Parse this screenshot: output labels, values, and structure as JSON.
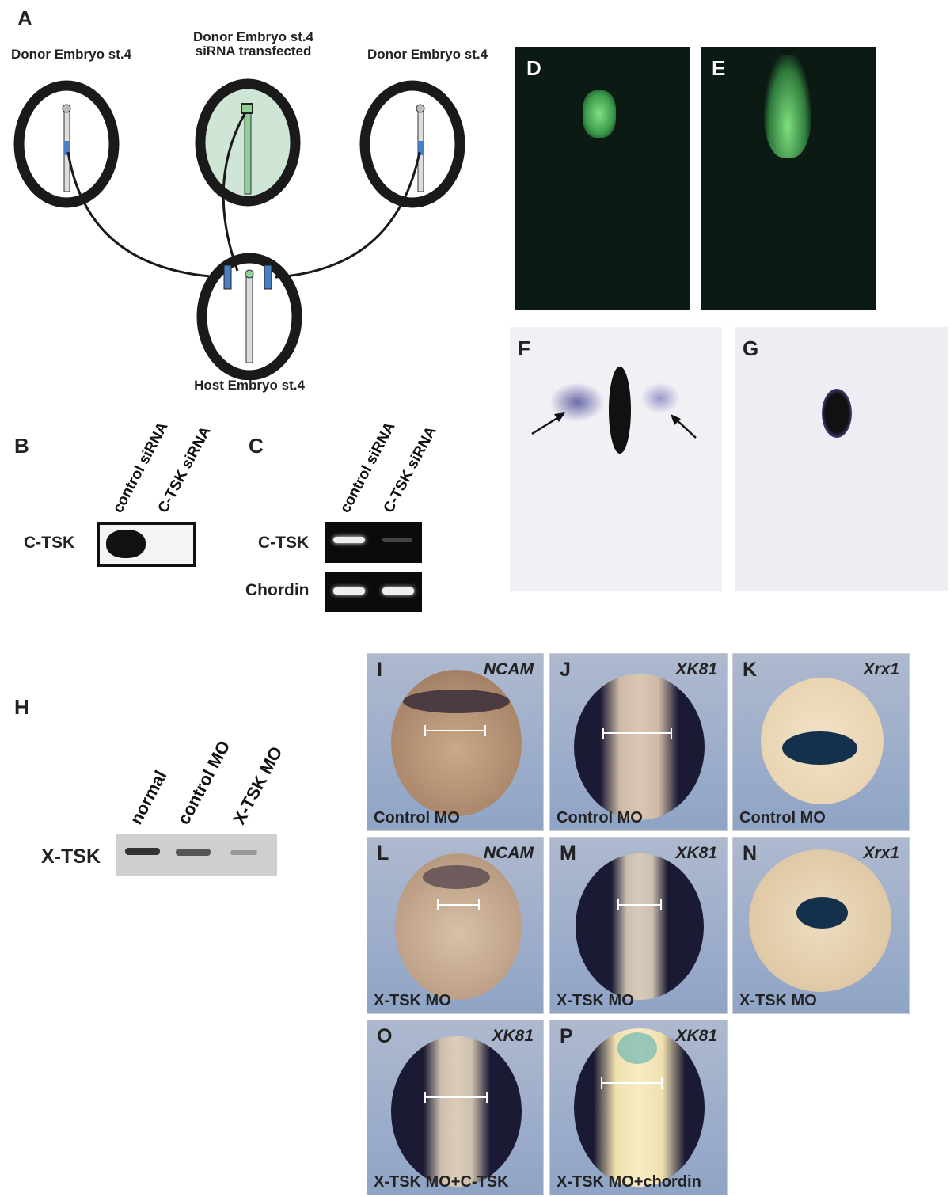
{
  "panelA": {
    "letter": "A",
    "donor_left": "Donor Embryo st.4",
    "donor_center_line1": "Donor Embryo  st.4",
    "donor_center_line2": "siRNA transfected",
    "donor_right": "Donor Embryo st.4",
    "host": "Host Embryo st.4"
  },
  "panelB": {
    "letter": "B",
    "lanes": [
      "control siRNA",
      "C-TSK siRNA"
    ],
    "row": "C-TSK"
  },
  "panelC": {
    "letter": "C",
    "lanes": [
      "control siRNA",
      "C-TSK siRNA"
    ],
    "rows": [
      "C-TSK",
      "Chordin"
    ]
  },
  "panelD": {
    "letter": "D"
  },
  "panelE": {
    "letter": "E"
  },
  "panelF": {
    "letter": "F"
  },
  "panelG": {
    "letter": "G"
  },
  "panelH": {
    "letter": "H",
    "lanes": [
      "normal",
      "control MO",
      "X-TSK MO"
    ],
    "row": "X-TSK"
  },
  "embryos": [
    {
      "letter": "I",
      "gene": "NCAM",
      "condition": "Control MO"
    },
    {
      "letter": "J",
      "gene": "XK81",
      "condition": "Control MO"
    },
    {
      "letter": "K",
      "gene": "Xrx1",
      "condition": "Control MO"
    },
    {
      "letter": "L",
      "gene": "NCAM",
      "condition": "X-TSK MO"
    },
    {
      "letter": "M",
      "gene": "XK81",
      "condition": "X-TSK MO"
    },
    {
      "letter": "N",
      "gene": "Xrx1",
      "condition": "X-TSK MO"
    },
    {
      "letter": "O",
      "gene": "XK81",
      "condition": "X-TSK MO+C-TSK"
    },
    {
      "letter": "P",
      "gene": "XK81",
      "condition": "X-TSK MO+chordin"
    }
  ],
  "colors": {
    "ring": "#1a1a1a",
    "transfected": "#cfe6d6",
    "graft": "#4a7fc1",
    "gfp": "#5fd36a",
    "stain": "#2a2a5e"
  }
}
